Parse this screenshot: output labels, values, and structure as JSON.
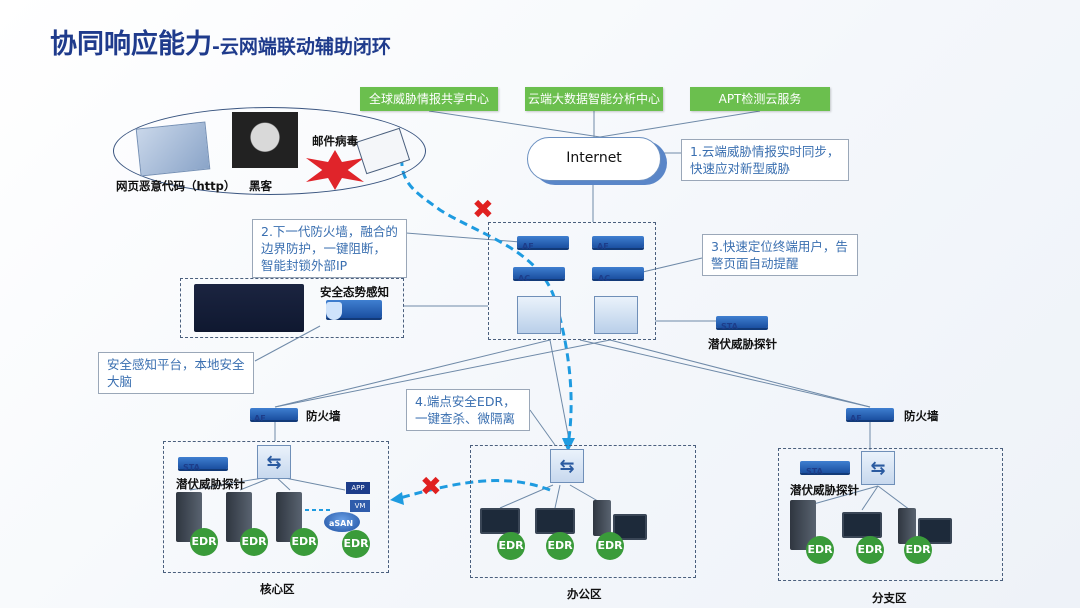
{
  "title": {
    "main": "协同响应能力",
    "sub": "-云网端联动辅助闭环"
  },
  "cloud_services": [
    "全球威胁情报共享中心",
    "云端大数据智能分析中心",
    "APT检测云服务"
  ],
  "internet_label": "Internet",
  "threats": {
    "web_code": "网页恶意代码（http）",
    "hacker": "黑客",
    "email_virus": "邮件病毒"
  },
  "notes": {
    "n1": "1.云端威胁情报实时同步，快速应对新型威胁",
    "n2": "2.下一代防火墙，融合的边界防护，一键阻断，智能封锁外部IP",
    "n3": "3.快速定位终端用户，告警页面自动提醒",
    "n4": "4.端点安全EDR，一键查杀、微隔离",
    "platform": "安全感知平台，本地安全大脑"
  },
  "device_tags": {
    "af": "AF",
    "ac": "AC",
    "sta": "STA",
    "app": "APP",
    "vm": "VM",
    "asan": "aSAN"
  },
  "labels": {
    "situation": "安全态势感知",
    "probe": "潜伏威胁探针",
    "firewall": "防火墙",
    "edr": "EDR"
  },
  "zones": {
    "core": "核心区",
    "office": "办公区",
    "branch": "分支区"
  },
  "colors": {
    "title": "#1f3b8c",
    "green": "#6bbf4e",
    "note_text": "#3a6fb0",
    "attack_path": "#1e9be0",
    "block": "#e02020"
  }
}
